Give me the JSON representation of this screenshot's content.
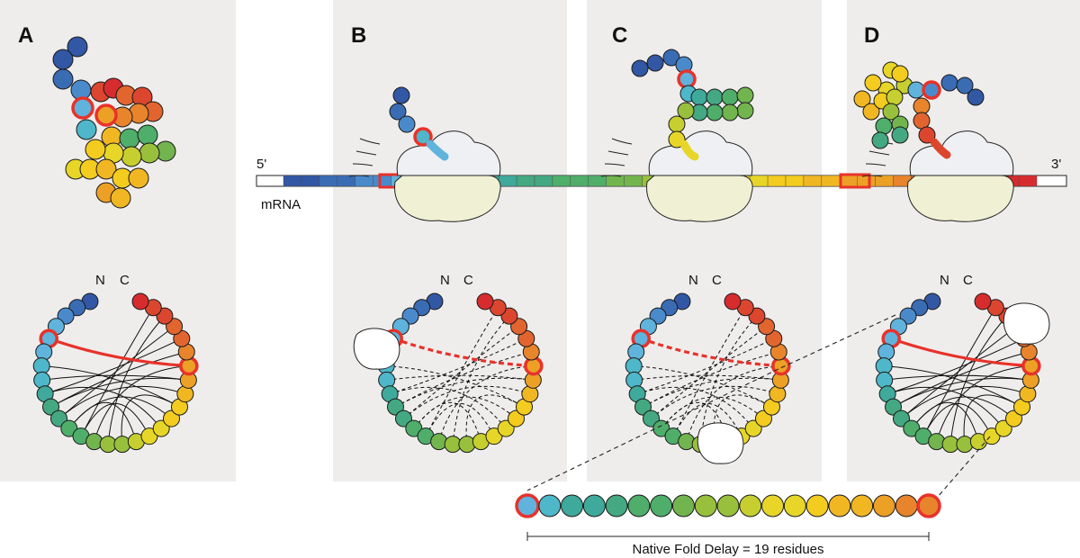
{
  "panels": [
    {
      "label": "A"
    },
    {
      "label": "B"
    },
    {
      "label": "C"
    },
    {
      "label": "D"
    }
  ],
  "mrna": {
    "five_prime": "5'",
    "three_prime": "3'",
    "label": "mRNA"
  },
  "circle_labels": {
    "n": "N",
    "c": "C"
  },
  "delay": {
    "label": "Native Fold Delay = 19 residues",
    "residues": 19
  },
  "colors": {
    "panel_bg": "#efedec",
    "highlight": "#e8322a",
    "ribosome_small": "#eef0f3",
    "ribosome_large": "#f0f0d4"
  },
  "residue_palette": [
    "#3257a4",
    "#3a6cb4",
    "#4a8acb",
    "#5fb3dc",
    "#4eb7c9",
    "#3fa99b",
    "#44a882",
    "#4fae6a",
    "#72b54e",
    "#99c03d",
    "#c6cf2f",
    "#e7d627",
    "#f4cc1f",
    "#f1b723",
    "#eda026",
    "#e7842c",
    "#e2652f",
    "#dc462f",
    "#d62c2e"
  ]
}
